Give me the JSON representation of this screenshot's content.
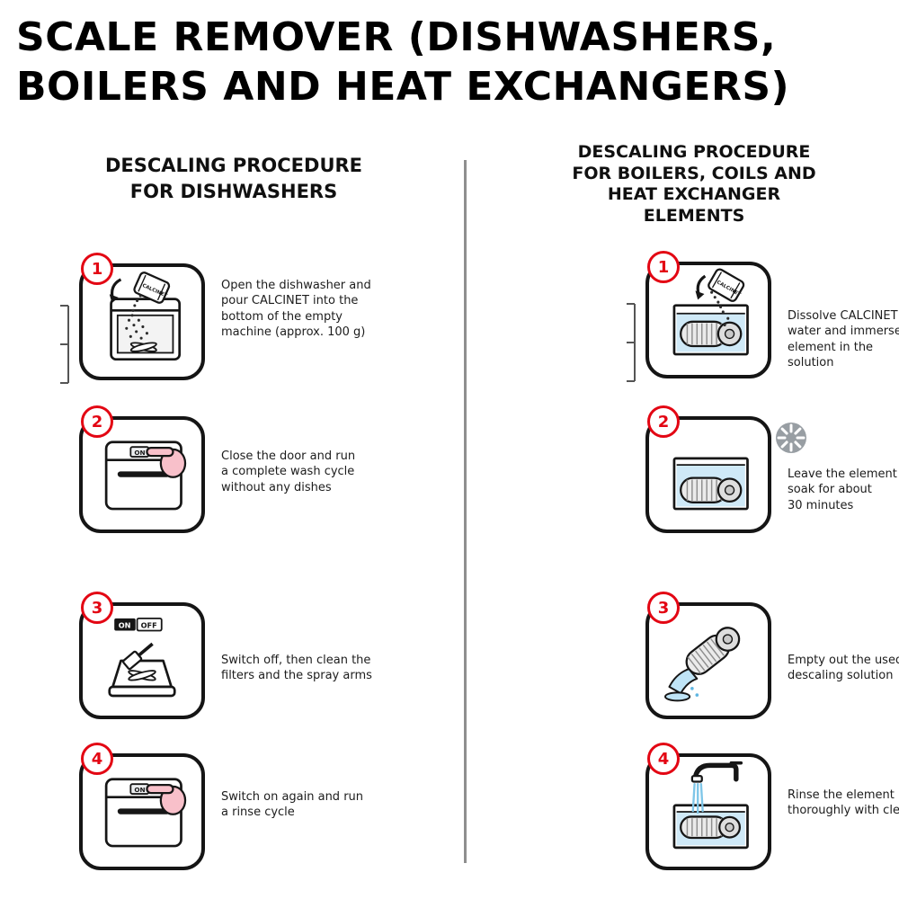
{
  "title": {
    "line1": "SCALE REMOVER (DISHWASHERS,",
    "line2": "BOILERS AND HEAT EXCHANGERS)"
  },
  "product": "CALCINET",
  "switch": {
    "on": "ON",
    "off": "OFF"
  },
  "colors": {
    "accent_red": "#e30613",
    "water_blue": "#cfe9f7",
    "hand_pink": "#f8c0ca",
    "clock_gray": "#989ea3"
  },
  "icons": {
    "wait": "clock-icon",
    "rinse": "faucet-icon",
    "dose": "level-marks",
    "power": "on-button"
  },
  "left": {
    "header": [
      "DESCALING PROCEDURE",
      "FOR DISHWASHERS"
    ],
    "steps": [
      {
        "number": "1",
        "lines": [
          "Open the dishwasher and",
          "pour CALCINET into the",
          "bottom of the empty",
          "machine (approx. 100 g)"
        ]
      },
      {
        "number": "2",
        "lines": [
          "Close the door and run",
          "a complete wash cycle",
          "without any dishes"
        ]
      },
      {
        "number": "3",
        "lines": [
          "Switch off, then clean the",
          "filters and the spray arms"
        ]
      },
      {
        "number": "4",
        "lines": [
          "Switch on again and run",
          "a rinse cycle"
        ]
      }
    ]
  },
  "right": {
    "header": [
      "DESCALING PROCEDURE",
      "FOR BOILERS, COILS AND",
      "HEAT EXCHANGER",
      "ELEMENTS"
    ],
    "steps": [
      {
        "number": "1",
        "lines": [
          "Dissolve CALCINET in",
          "water and immerse the",
          "element in the",
          "solution"
        ]
      },
      {
        "number": "2",
        "lines": [
          "Leave the element to",
          "soak for about",
          "30 minutes"
        ]
      },
      {
        "number": "3",
        "lines": [
          "Empty out the used",
          "descaling solution"
        ]
      },
      {
        "number": "4",
        "lines": [
          "Rinse the element",
          "thoroughly with clean water"
        ]
      }
    ]
  }
}
